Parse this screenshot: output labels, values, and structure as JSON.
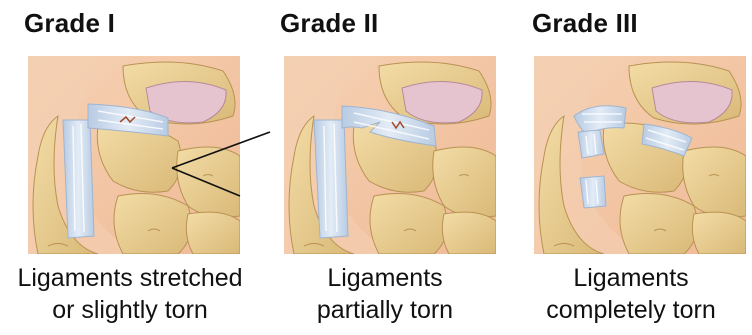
{
  "panels": [
    {
      "title": "Grade I",
      "caption_line1": "Ligaments stretched",
      "caption_line2": "or slightly torn"
    },
    {
      "title": "Grade II",
      "caption_line1": "Ligaments",
      "caption_line2": "partially torn"
    },
    {
      "title": "Grade III",
      "caption_line1": "Ligaments",
      "caption_line2": "completely torn"
    }
  ],
  "colors": {
    "background_skin": "#f3c9a8",
    "bone": "#e9cf92",
    "bone_shadow": "#c9a968",
    "cartilage": "#e6c4cf",
    "ligament": "#c9d8ea",
    "ligament_stripe": "#ffffff",
    "ligament_edge": "#9fb4cf",
    "tear_mark": "#a04a2a"
  }
}
